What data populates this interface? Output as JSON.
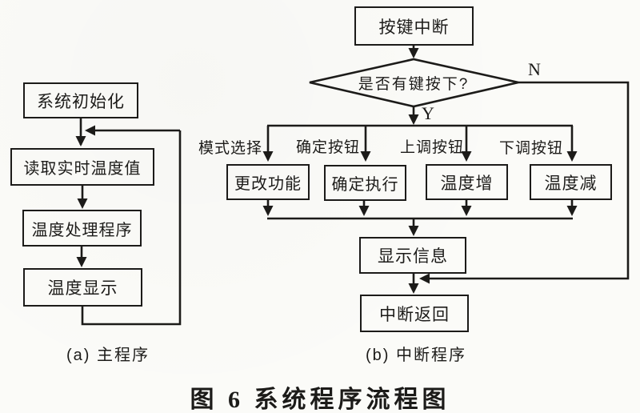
{
  "palette": {
    "background": "#fbfbf8",
    "ink": "#1c1b19"
  },
  "chart_a": {
    "caption": "(a) 主程序",
    "box_init": "系统初始化",
    "box_read": "读取实时温度值",
    "box_process": "温度处理程序",
    "box_display": "温度显示"
  },
  "chart_b": {
    "caption": "(b) 中断程序",
    "box_start": "按键中断",
    "decision": "是否有键按下?",
    "label_no": "N",
    "label_yes": "Y",
    "branches": [
      {
        "label": "模式选择",
        "box": "更改功能"
      },
      {
        "label": "确定按钮",
        "box": "确定执行"
      },
      {
        "label": "上调按钮",
        "box": "温度增"
      },
      {
        "label": "下调按钮",
        "box": "温度减"
      }
    ],
    "box_show": "显示信息",
    "box_return": "中断返回"
  },
  "figure": {
    "caption": "图 6  系统程序流程图"
  }
}
